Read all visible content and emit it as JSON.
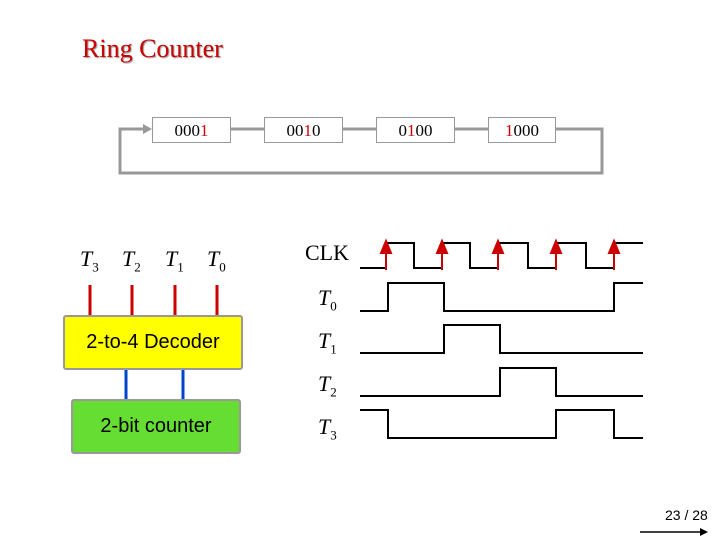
{
  "title": "Ring Counter",
  "ring_states": [
    {
      "prefix": "000",
      "hi": "1",
      "suffix": ""
    },
    {
      "prefix": "00",
      "hi": "1",
      "suffix": "0"
    },
    {
      "prefix": "0",
      "hi": "1",
      "suffix": "00"
    },
    {
      "prefix": "",
      "hi": "1",
      "suffix": "000"
    }
  ],
  "outputs": [
    {
      "letter": "T",
      "sub": "3"
    },
    {
      "letter": "T",
      "sub": "2"
    },
    {
      "letter": "T",
      "sub": "1"
    },
    {
      "letter": "T",
      "sub": "0"
    }
  ],
  "decoder_label": "2-to-4 Decoder",
  "counter_label": "2-bit counter",
  "clock_label": "CLK",
  "signals": [
    {
      "letter": "T",
      "sub": "0"
    },
    {
      "letter": "T",
      "sub": "1"
    },
    {
      "letter": "T",
      "sub": "2"
    },
    {
      "letter": "T",
      "sub": "3"
    }
  ],
  "page_number": "23 / 28",
  "colors": {
    "title": "#cc0000",
    "decoder": "#ffff00",
    "counter": "#66dd33",
    "input_lines": "#cc0000",
    "counter_lines": "#0044cc"
  }
}
